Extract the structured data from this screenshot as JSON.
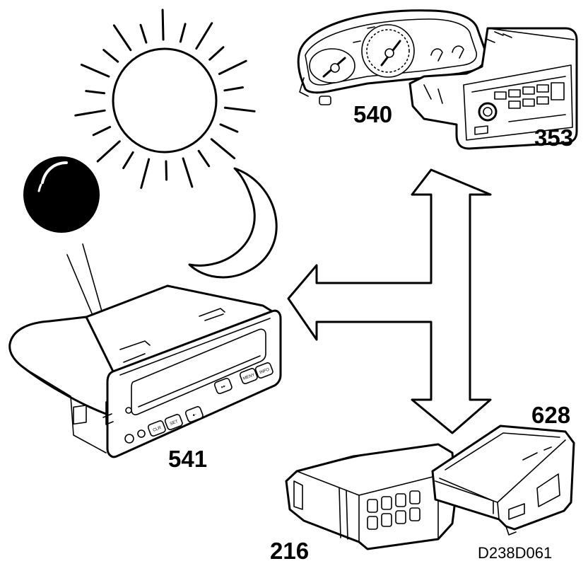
{
  "labels": {
    "instrument_cluster": "540",
    "radio": "353",
    "display_unit": "541",
    "control_module": "216",
    "amplifier": "628",
    "figure_ref": "D238D061"
  },
  "display_buttons": [
    "CLR",
    "SET",
    "●-",
    "▸▸",
    "MENY",
    "INFO"
  ],
  "colors": {
    "line": "#000000",
    "background": "#ffffff"
  }
}
